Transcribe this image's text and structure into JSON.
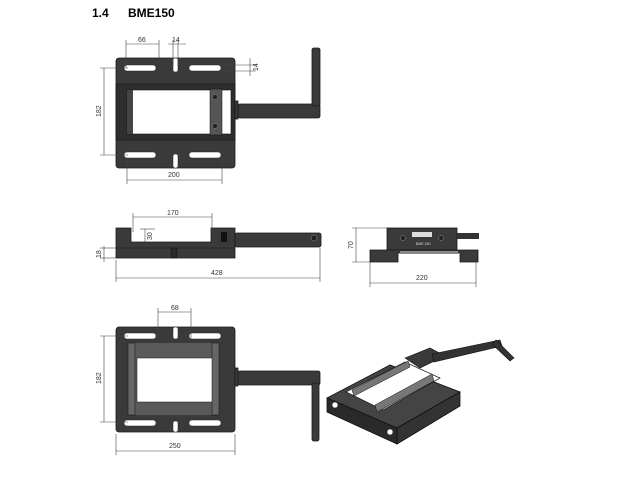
{
  "section": {
    "number": "1.4",
    "title": "BME150"
  },
  "top_view": {
    "dims": {
      "slot_spacing": "66",
      "slot_width_top": "14",
      "slot_width_right": "14",
      "height": "182",
      "width": "200"
    }
  },
  "front_view": {
    "dims": {
      "jaw_opening": "170",
      "jaw_depth": "30",
      "base_height": "18",
      "overall_length": "428"
    }
  },
  "side_view": {
    "dims": {
      "height": "70",
      "width": "220"
    },
    "label": "BME 150"
  },
  "bottom_view": {
    "dims": {
      "slot_spacing": "68",
      "height": "182",
      "width": "250"
    }
  },
  "colors": {
    "body": "#3a3a3a",
    "outline": "#1a1a1a"
  }
}
